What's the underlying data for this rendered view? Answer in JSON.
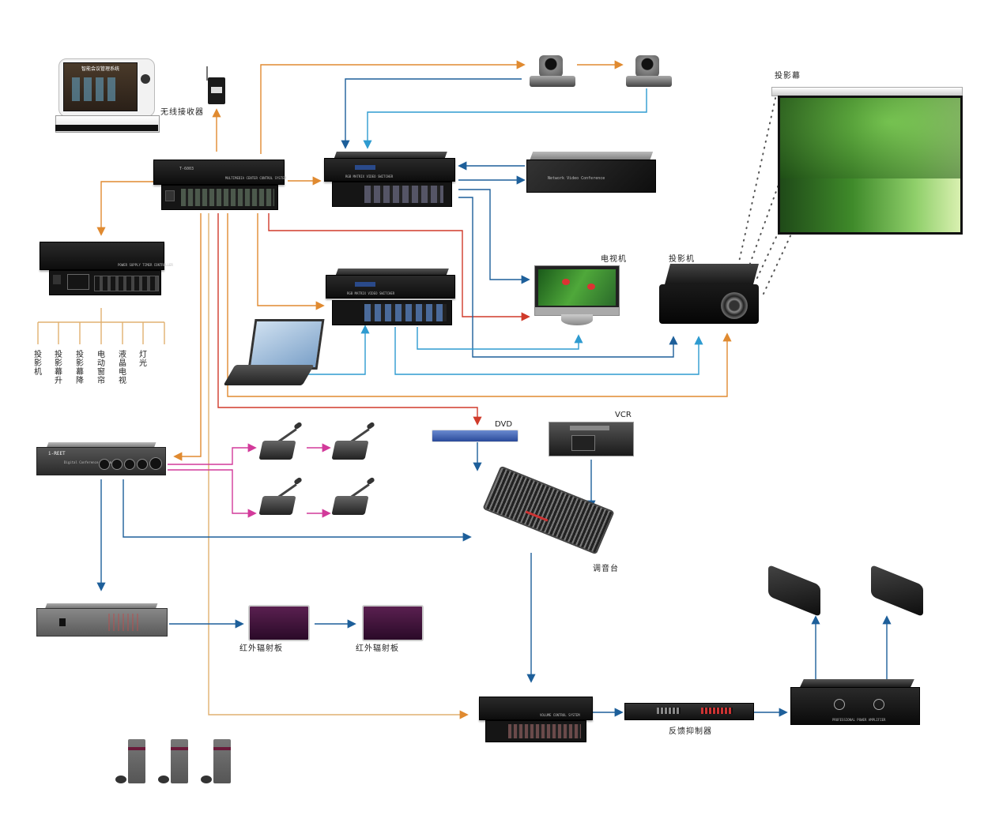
{
  "title": "会议系统连接示意图",
  "colors": {
    "control_line": "#e08a30",
    "video_line_dark": "#1d5f9a",
    "video_line_light": "#2e9bd0",
    "red_line": "#d03a2a",
    "pink_line": "#d23a9a",
    "power_line": "#e0b070",
    "dotted_projection": "#555555"
  },
  "devices": {
    "touch_panel": {
      "screen_title": "智能会议管理系统"
    },
    "wireless_receiver": {
      "label": "无线接收器"
    },
    "central_controller": {
      "model": "T-6003",
      "front_text": "MULTIMEDIA CENTER CONTROL SYSTEM"
    },
    "power_controller": {
      "front_text": "POWER SUPPLY TIMER CONTROLLER",
      "outputs": [
        "投影机",
        "投影幕升",
        "投影幕降",
        "电动窗帘",
        "液晶电视",
        "灯光"
      ]
    },
    "av_matrix": {
      "front_text": "RGB MATRIX VIDEO SWITCHER"
    },
    "vga_matrix": {
      "front_text": "RGB MATRIX VIDEO SWITCHER"
    },
    "camera_1": {
      "label": ""
    },
    "camera_2": {
      "label": ""
    },
    "video_conference": {
      "front_text": "Network Video Conference"
    },
    "projection_screen": {
      "label": "投影幕"
    },
    "tv": {
      "label": "电视机"
    },
    "projector": {
      "label": "投影机"
    },
    "laptop": {
      "label": ""
    },
    "dvd": {
      "label": "DVD"
    },
    "vcr": {
      "label": "VCR"
    },
    "mixer": {
      "label": "调音台"
    },
    "conference_host": {
      "brand": "i-REET",
      "front_text": "Digital Conference System"
    },
    "mic_units": [
      {
        "label": ""
      },
      {
        "label": ""
      },
      {
        "label": ""
      },
      {
        "label": ""
      }
    ],
    "ir_transmitter": {
      "label": ""
    },
    "ir_radiator_1": {
      "label": "红外辐射板"
    },
    "ir_radiator_2": {
      "label": "红外辐射板"
    },
    "volume_controller": {
      "front_text": "VOLUME CONTROL SYSTEM"
    },
    "feedback_suppressor": {
      "label": "反馈抑制器"
    },
    "power_amplifier": {
      "front_text": "PROFESSIONAL POWER AMPLIFIER"
    },
    "speaker_1": {
      "label": ""
    },
    "speaker_2": {
      "label": ""
    },
    "receivers": [
      {
        "label": ""
      },
      {
        "label": ""
      },
      {
        "label": ""
      }
    ]
  }
}
